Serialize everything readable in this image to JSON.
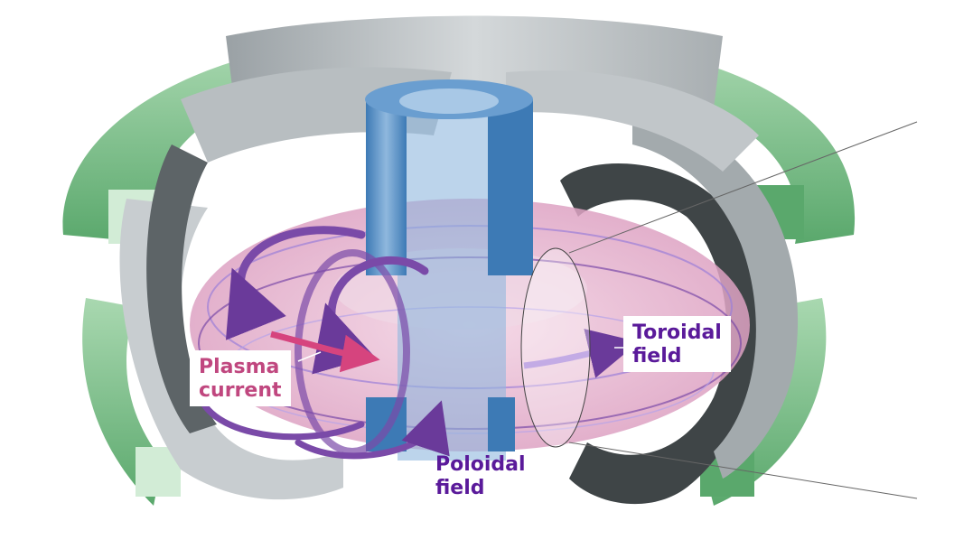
{
  "labels": {
    "plasma_current": {
      "line1": "Plasma",
      "line2": "current"
    },
    "toroidal_field": {
      "line1": "Toroidal",
      "line2": "field"
    },
    "poloidal_field": {
      "line1": "Poloidal",
      "line2": "field"
    }
  },
  "colors": {
    "plasma_label": "#c0477f",
    "field_label": "#5a1a9a",
    "outer_coil_green": "#a9d8b0",
    "outer_coil_green_dark": "#5aa86c",
    "toroidal_coil_gray": "#c5cacd",
    "toroidal_coil_dark": "#3f4547",
    "central_solenoid_blue": "#4a88c0",
    "plasma_pink": "#e8b5cf",
    "poloidal_arrow_purple": "#7a4aa8",
    "current_arrow_magenta": "#d6447e"
  }
}
